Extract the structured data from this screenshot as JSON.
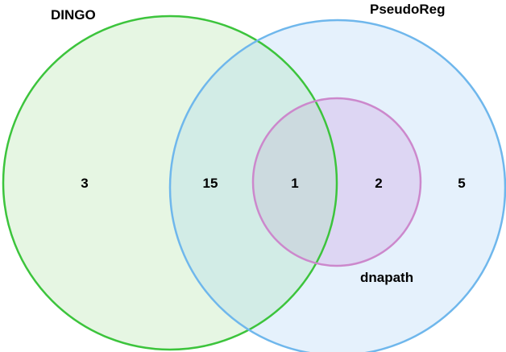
{
  "sets": [
    {
      "id": "dingo",
      "label": "DINGO",
      "stroke": "#3cc43c",
      "fill": "#e6f6e3"
    },
    {
      "id": "pseudoreg",
      "label": "PseudoReg",
      "stroke": "#6fb7ec",
      "fill": "#e5f1fc"
    },
    {
      "id": "dnapath",
      "label": "dnapath",
      "stroke": "#cc88cc",
      "fill": "#d9c9ee"
    }
  ],
  "regions": {
    "dingo_only": "3",
    "dingo_pseudoreg": "15",
    "all_three": "1",
    "pseudoreg_dnapath": "2",
    "pseudoreg_only": "5"
  }
}
